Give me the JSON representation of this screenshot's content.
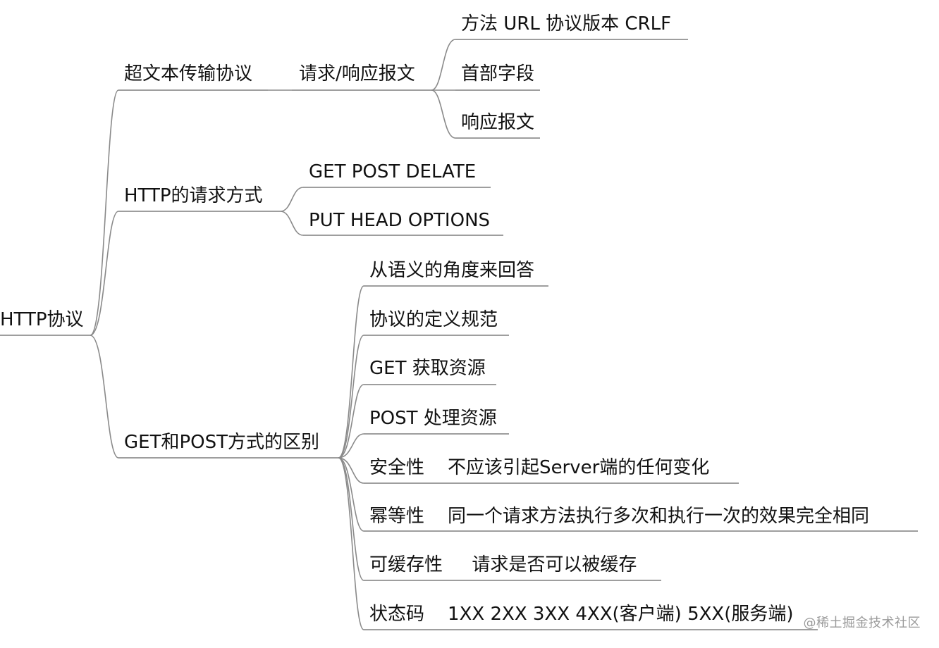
{
  "root": {
    "label": "HTTP协议"
  },
  "branches": [
    {
      "label": "超文本传输协议",
      "child": "请求/响应报文",
      "leaves": [
        "方法 URL 协议版本 CRLF",
        "首部字段",
        "响应报文"
      ]
    },
    {
      "label": "HTTP的请求方式",
      "leaves": [
        "GET POST DELATE",
        "PUT HEAD OPTIONS"
      ]
    },
    {
      "label": "GET和POST方式的区别",
      "leaves": [
        "从语义的角度来回答",
        "协议的定义规范",
        "GET 获取资源",
        "POST 处理资源",
        "安全性    不应该引起Server端的任何变化",
        "幂等性    同一个请求方法执行多次和执行一次的效果完全相同",
        "可缓存性     请求是否可以被缓存",
        "状态码    1XX 2XX 3XX 4XX(客户端) 5XX(服务端)"
      ]
    }
  ],
  "watermark": "@稀土掘金技术社区"
}
